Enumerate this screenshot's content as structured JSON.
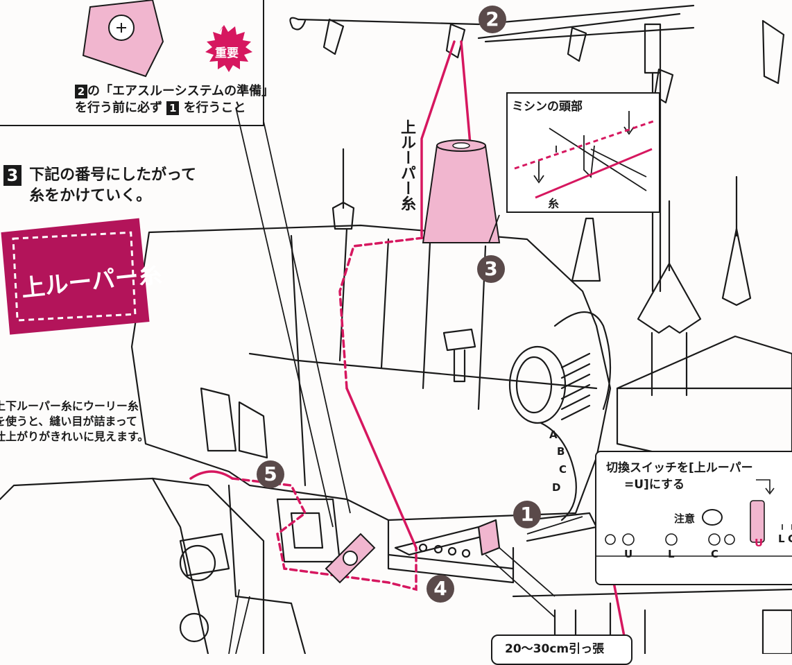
{
  "colors": {
    "accent_pink": "#d6175f",
    "banner_magenta": "#b3145a",
    "spool_pink": "#f1b6cf",
    "line": "#1a1a1a",
    "badge": "#5a4a4a"
  },
  "top_note": {
    "step_ref_a": "2",
    "text_a": "の「エアスルーシステムの準備」",
    "text_b": "を行う前に必ず",
    "step_ref_b": "1",
    "text_c": "を行うこと"
  },
  "important_badge": "重要",
  "step3": {
    "number": "3",
    "line1": "下記の番号にしたがって",
    "line2": "糸をかけていく。"
  },
  "banner": "上ルーパー糸",
  "cone_label": "上ルーパー糸",
  "head_callout": {
    "title": "ミシンの頭部",
    "thread_label": "糸"
  },
  "tip_note": {
    "line1": "上下ルーパー糸にウーリー糸",
    "line2": "を使うと、縫い目が詰まって",
    "line3": "仕上がりがきれいに見えます。"
  },
  "switch_callout": {
    "line1": "切換スイッチを[上ルーパー",
    "line2": "=U]にする",
    "caution": "注意",
    "labels": [
      "U",
      "L",
      "C",
      "U",
      "L",
      "C"
    ]
  },
  "dial_letters": [
    "A",
    "B",
    "C",
    "D"
  ],
  "step_badges": [
    "1",
    "2",
    "3",
    "4",
    "5"
  ],
  "pull_note": "20〜30cm引っ張"
}
